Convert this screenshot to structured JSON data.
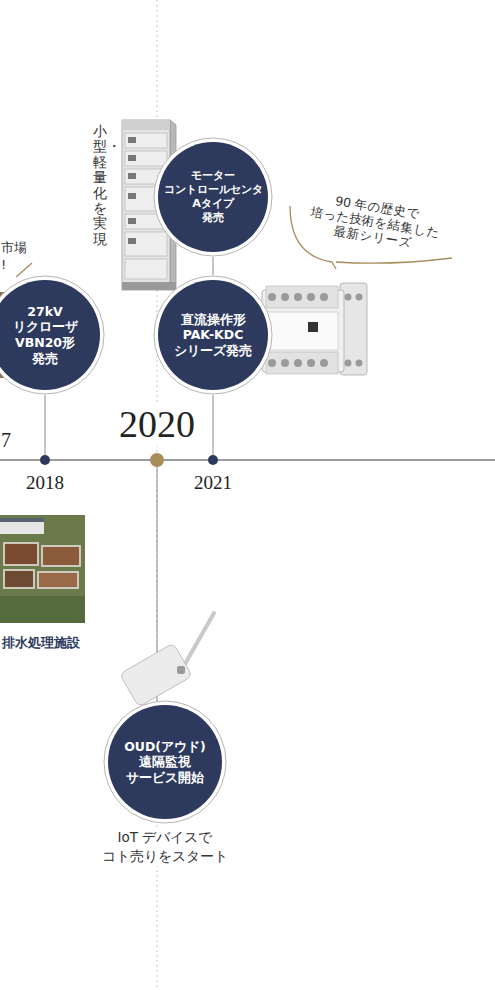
{
  "diagram": {
    "nodes": [
      {
        "text": [
          "27kV リクローザ VBN20形 発売"
        ]
      },
      {
        "text": [
          "モーター コントロールセンタ Aタイプ 発売"
        ]
      },
      {
        "text": [
          "直流操作形 PAK-KDC シリーズ発売"
        ]
      },
      {
        "text": [
          "OUD(アウド) 遠隔監視 サービス開始"
        ]
      }
    ],
    "edges": [
      {
        "from": 1,
        "to": 2,
        "arrow": "none"
      }
    ],
    "labels": [
      "市場 !",
      "小型・軽量化を実現",
      "90 年の歴史で 培った技術を結集した 最新シリーズ",
      "7",
      "2020",
      "2018",
      "2021",
      "排水処理施設",
      "IoT デバイスで コト売りをスタート"
    ]
  }
}
